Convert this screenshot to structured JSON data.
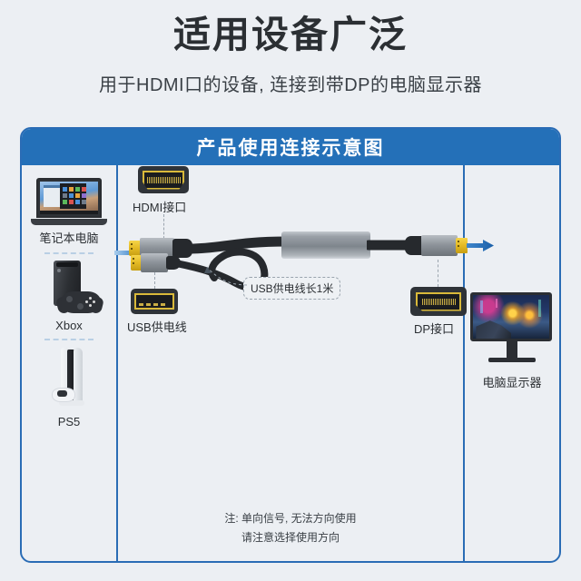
{
  "header": {
    "title": "适用设备广泛",
    "subtitle": "用于HDMI口的设备, 连接到带DP的电脑显示器"
  },
  "diagram": {
    "banner_title": "产品使用连接示意图",
    "accent_color": "#2470b8",
    "border_color": "#2a6cb5",
    "background_color": "#eceff3",
    "source_devices": [
      {
        "name": "笔记本电脑",
        "icon": "laptop-icon"
      },
      {
        "name": "Xbox",
        "icon": "xbox-console-icon"
      },
      {
        "name": "PS5",
        "icon": "ps5-console-icon"
      }
    ],
    "connectors": {
      "hdmi_label": "HDMI接口",
      "usb_label": "USB供电线",
      "dp_label": "DP接口"
    },
    "callout": "USB供电线长1米",
    "output_device": {
      "name": "电脑显示器",
      "icon": "monitor-icon"
    },
    "note_line1": "注: 单向信号, 无法方向使用",
    "note_line2": "请注意选择使用方向"
  }
}
